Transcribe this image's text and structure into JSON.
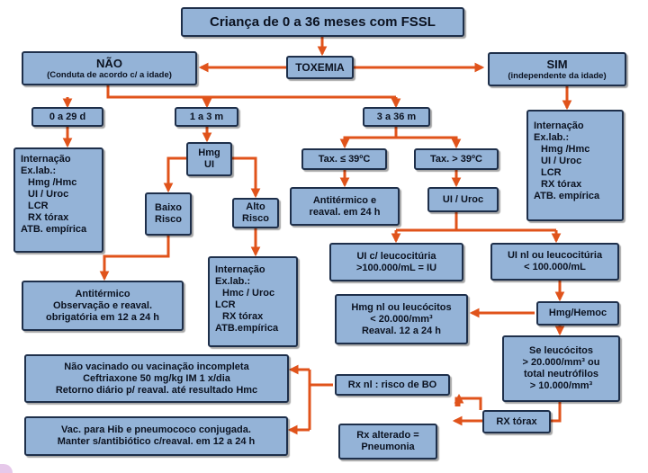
{
  "title": "Criança de 0 a 36 meses com FSSL",
  "toxemia": "TOXEMIA",
  "nao": {
    "title": "NÃO",
    "subtitle": "(Conduta de acordo c/ a idade)"
  },
  "sim": {
    "title": "SIM",
    "subtitle": "(independente da idade)"
  },
  "age": {
    "a": "0 a 29 d",
    "b": "1 a 3 m",
    "c": "3 a 36 m"
  },
  "internacao_a": [
    "Internação",
    "Ex.lab.:",
    "Hmg /Hmc",
    "UI / Uroc",
    "LCR",
    "RX tórax",
    "ATB. empírica"
  ],
  "internacao_sim": [
    "Internação",
    "Ex.lab.:",
    "Hmg /Hmc",
    "UI / Uroc",
    "LCR",
    "RX tórax",
    "ATB. empírica"
  ],
  "internacao_alto": [
    "Internação",
    "Ex.lab.:",
    "Hmc / Uroc",
    "LCR",
    "RX tórax",
    "ATB.empírica"
  ],
  "hmg_ui": [
    "Hmg",
    "UI"
  ],
  "baixo_risco": [
    "Baixo",
    "Risco"
  ],
  "alto_risco": [
    "Alto",
    "Risco"
  ],
  "tax_le": "Tax. ≤ 39ºC",
  "tax_gt": "Tax. > 39ºC",
  "antitermico_reaval": [
    "Antitérmico e",
    "reaval. em 24 h"
  ],
  "ui_uroc": "UI / Uroc",
  "antitermico_obs": [
    "Antitérmico",
    "Observação e reaval.",
    "obrigatória em 12 a 24 h"
  ],
  "ui_leuco": [
    "UI c/ leucocitúria",
    ">100.000/mL = IU"
  ],
  "ui_nl": [
    "UI nl ou leucocitúria",
    "< 100.000/mL"
  ],
  "hmg_nl": [
    "Hmg nl  ou leucócitos",
    "< 20.000/mm³",
    "Reaval. 12 a 24 h"
  ],
  "hmg_hemoc": "Hmg/Hemoc",
  "se_leuco": [
    "Se leucócitos",
    "> 20.000/mm³ ou",
    "total neutrófilos",
    "> 10.000/mm³"
  ],
  "nao_vacinado": [
    "Não vacinado ou vacinação incompleta",
    "Ceftriaxone 50 mg/kg  IM 1 x/dia",
    "Retorno diário p/ reaval.  até resultado Hmc"
  ],
  "rx_nl": "Rx nl : risco de BO",
  "vac": [
    "Vac. para Hib e pneumococo conjugada.",
    "Manter s/antibiótico c/reaval. em 12 a 24 h"
  ],
  "rx_alterado": [
    "Rx alterado =",
    "Pneumonia"
  ],
  "rx_torax": "RX tórax",
  "colors": {
    "box_fill": "#94b3d7",
    "box_border": "#1e2f4a",
    "arrow": "#e0531b"
  }
}
